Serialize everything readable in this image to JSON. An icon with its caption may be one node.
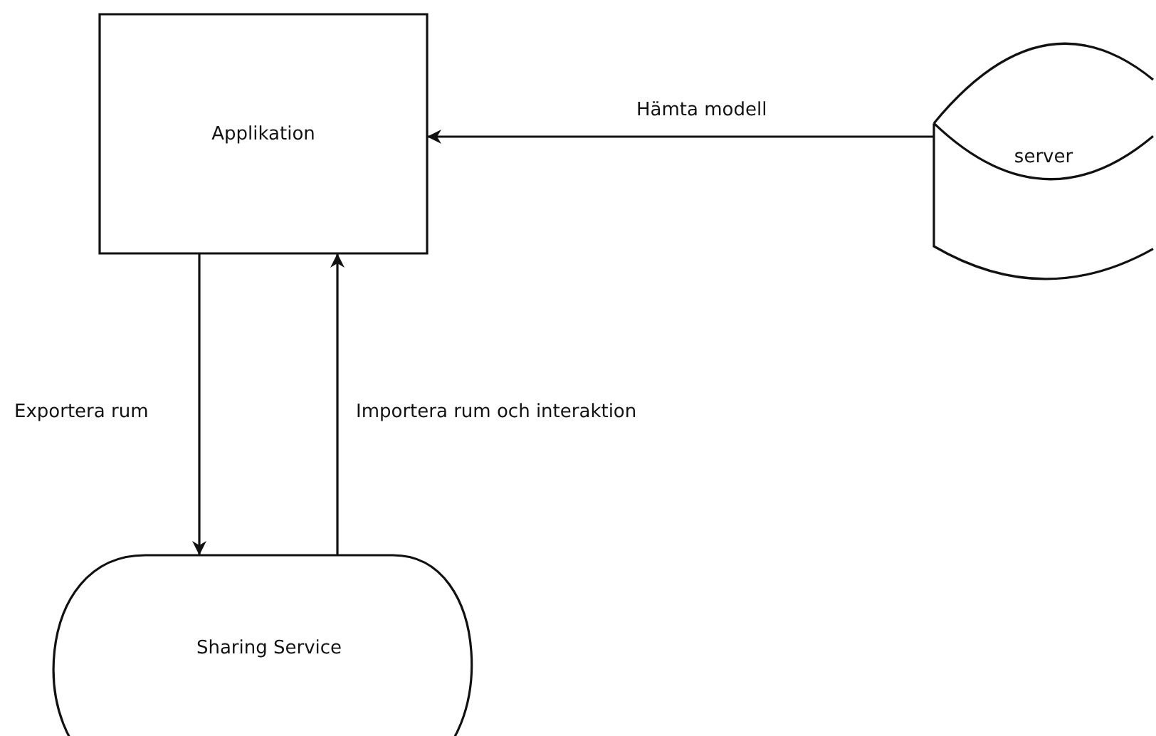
{
  "diagram": {
    "nodes": [
      {
        "text": [
          "Applikation"
        ]
      },
      {
        "text": [
          "server"
        ]
      },
      {
        "text": [
          "Sharing Service"
        ]
      }
    ],
    "edges": [
      {
        "from": 1,
        "to": 0,
        "arrow": "to",
        "label": "Hämta modell"
      },
      {
        "from": 0,
        "to": 2,
        "arrow": "to",
        "label": "Exportera rum"
      },
      {
        "from": 2,
        "to": 0,
        "arrow": "to",
        "label": "Importera rum och interaktion"
      }
    ]
  }
}
